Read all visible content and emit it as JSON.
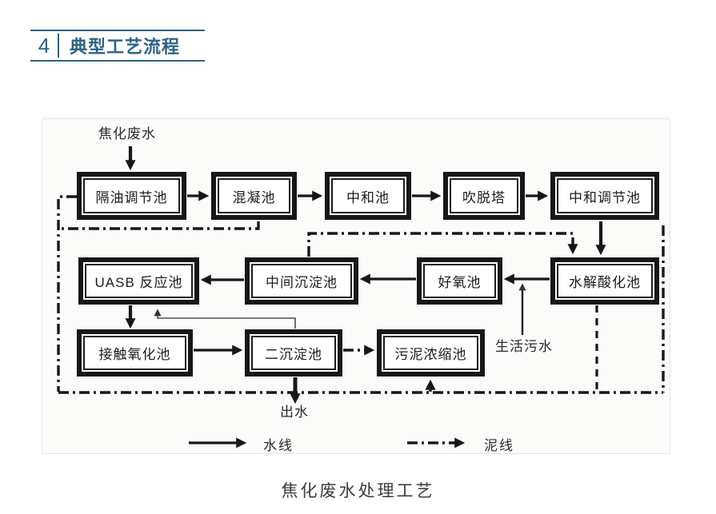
{
  "header": {
    "number": "4",
    "title": "典型工艺流程"
  },
  "diagram": {
    "caption": "焦化废水处理工艺",
    "labels": {
      "influent": "焦化废水",
      "domestic_sewage": "生活污水",
      "effluent": "出水"
    },
    "boxes": {
      "oil_separation": "隔油调节池",
      "coagulation": "混凝池",
      "neutralization": "中和池",
      "stripping_tower": "吹脱塔",
      "neutralization_regulating": "中和调节池",
      "uasb": "UASB 反应池",
      "intermediate_sedimentation": "中间沉淀池",
      "aerobic": "好氧池",
      "hydrolysis_acidification": "水解酸化池",
      "contact_oxidation": "接触氧化池",
      "secondary_sedimentation": "二沉淀池",
      "sludge_thickening": "污泥浓缩池"
    },
    "legend": {
      "water_line": {
        "label": "水线",
        "line_style": "solid-arrow"
      },
      "sludge_line": {
        "label": "泥线",
        "line_style": "dash-dot-arrow"
      }
    },
    "connections": [
      "焦化废水→隔油调节池",
      "隔油调节池→混凝池",
      "混凝池→中和池",
      "中和池→吹脱塔",
      "吹脱塔→中和调节池",
      "中和调节池→水解酸化池",
      "水解酸化池→好氧池",
      "好氧池→中间沉淀池",
      "中间沉淀池→UASB 反应池",
      "UASB 反应池→接触氧化池",
      "接触氧化池→二沉淀池",
      "二沉淀池→出水",
      "生活污水→好氧池进水",
      "二沉淀池→UASB 反应池(回流)",
      "二沉淀池⇢污泥浓缩池(泥线)",
      "中间沉淀池⇢水解酸化池(泥线)",
      "隔油调节池/混凝池/中和调节池/水解酸化池⇢污泥浓缩池(泥线)"
    ]
  },
  "colors": {
    "accent": "#2d6386",
    "ink": "#171717",
    "paper": "#fbfbf9"
  }
}
